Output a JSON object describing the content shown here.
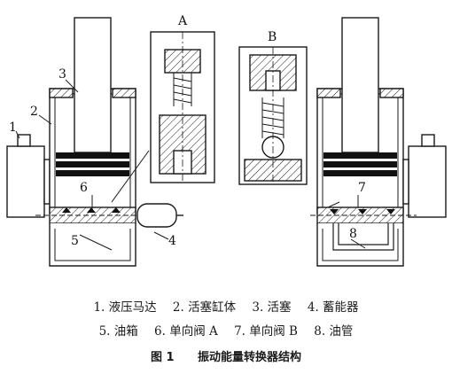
{
  "diagram": {
    "callouts": {
      "motor": "1",
      "cylinder": "2",
      "piston": "3",
      "accumulator": "4",
      "tank": "5",
      "check_valve_a": "6",
      "check_valve_b": "7",
      "oil_pipe": "8"
    },
    "detail_labels": {
      "valve_a": "A",
      "valve_b": "B"
    }
  },
  "caption": {
    "legend_row1": [
      "1. 液压马达",
      "2. 活塞缸体",
      "3. 活塞",
      "4. 蓄能器"
    ],
    "legend_row2": [
      "5. 油箱",
      "6. 单向阀 A",
      "7. 单向阀 B",
      "8. 油管"
    ],
    "figure_number": "图 1",
    "figure_title": "振动能量转换器结构"
  },
  "colors": {
    "line": "#1a1a1a",
    "fill_gray": "#c8c8c8",
    "piston_ring": "#111111"
  }
}
